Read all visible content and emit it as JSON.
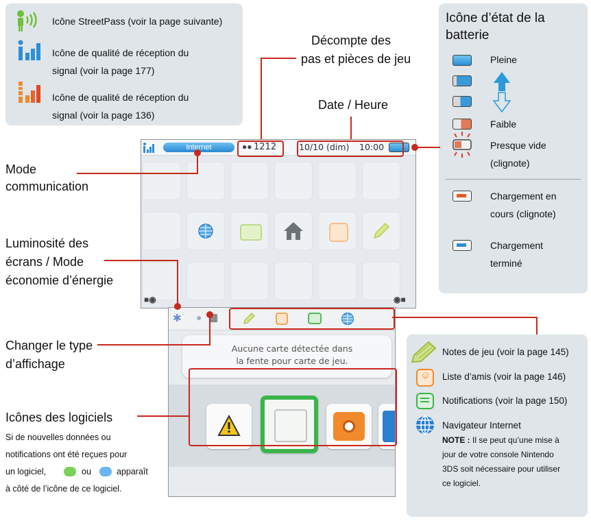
{
  "top_left_panel": {
    "streetpass": "Icône StreetPass (voir la page suivante)",
    "signal_177_line1": "Icône de qualité de réception du",
    "signal_177_line2": "signal (voir la page 177)",
    "signal_136_line1": "Icône de qualité de réception du",
    "signal_136_line2": "signal (voir la page 136)"
  },
  "callouts": {
    "pedometer_line1": "Décompte des",
    "pedometer_line2": "pas et pièces de jeu",
    "datetime": "Date / Heure",
    "mode_line1": "Mode",
    "mode_line2": "communication",
    "brightness_line1": "Luminosité des",
    "brightness_line2": "écrans / Mode",
    "brightness_line3": "économie d’énergie",
    "view_line1": "Changer le type",
    "view_line2": "d’affichage",
    "software_title": "Icônes des logiciels",
    "software_desc1": "Si de nouvelles données ou",
    "software_desc2": "notifications ont été reçues pour",
    "software_desc3_a": "un logiciel,",
    "software_desc3_b": "ou",
    "software_desc3_c": "apparaît",
    "software_desc4": "à côté de l’icône de ce logiciel."
  },
  "battery_panel": {
    "title_line1": "Icône d’état de la",
    "title_line2": "batterie",
    "full": "Pleine",
    "low": "Faible",
    "almost_empty_1": "Presque vide",
    "almost_empty_2": "(clignote)",
    "charging_1": "Chargement en",
    "charging_2": "cours (clignote)",
    "charged_1": "Chargement",
    "charged_2": "terminé"
  },
  "status_bar": {
    "mode_badge": "Internet",
    "steps": "1212",
    "date": "10/10 (dim)",
    "time": "10:00"
  },
  "bottom_screen": {
    "message_line1": "Aucune carte détectée dans",
    "message_line2": "la fente pour carte de jeu."
  },
  "right_panel": {
    "notes": "Notes de jeu (voir la page 145)",
    "friends": "Liste d’amis (voir la page 146)",
    "notifications": "Notifications (voir la page 150)",
    "browser": "Navigateur Internet",
    "note_label": "NOTE :",
    "note_text1": "Il se peut qu’une mise à",
    "note_text2": "jour de votre console Nintendo",
    "note_text3": "3DS soit nécessaire pour utiliser",
    "note_text4": "ce logiciel."
  },
  "colors": {
    "accent_red": "#c8281e",
    "panel_gray": "#dfe5e8",
    "mode_blue": "#2f8fd6",
    "notes_green": "#8cc63f",
    "friends_orange": "#f08a2c",
    "notif_green": "#3bb54a",
    "browser_blue": "#2a7fcf"
  }
}
